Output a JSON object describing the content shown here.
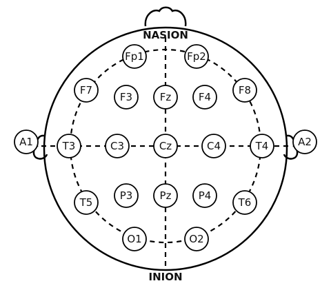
{
  "landmarks": {
    "top": "NASION",
    "bottom": "INION"
  },
  "ears": [
    {
      "id": "left",
      "label": "A1"
    },
    {
      "id": "right",
      "label": "A2"
    }
  ],
  "electrodes": [
    {
      "id": "fp1",
      "label": "Fp1"
    },
    {
      "id": "fp2",
      "label": "Fp2"
    },
    {
      "id": "f7",
      "label": "F7"
    },
    {
      "id": "f3",
      "label": "F3"
    },
    {
      "id": "fz",
      "label": "Fz"
    },
    {
      "id": "f4",
      "label": "F4"
    },
    {
      "id": "f8",
      "label": "F8"
    },
    {
      "id": "t3",
      "label": "T3"
    },
    {
      "id": "c3",
      "label": "C3"
    },
    {
      "id": "cz",
      "label": "Cz"
    },
    {
      "id": "c4",
      "label": "C4"
    },
    {
      "id": "t4",
      "label": "T4"
    },
    {
      "id": "t5",
      "label": "T5"
    },
    {
      "id": "p3",
      "label": "P3"
    },
    {
      "id": "pz",
      "label": "Pz"
    },
    {
      "id": "p4",
      "label": "P4"
    },
    {
      "id": "t6",
      "label": "T6"
    },
    {
      "id": "o1",
      "label": "O1"
    },
    {
      "id": "o2",
      "label": "O2"
    }
  ]
}
